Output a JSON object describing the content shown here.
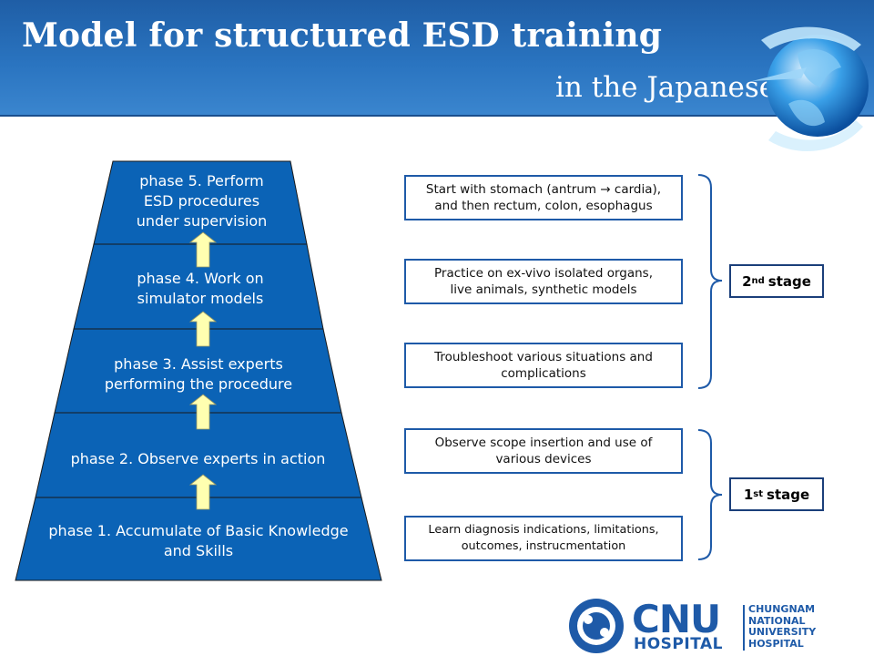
{
  "header": {
    "title": "Model for structured ESD training",
    "subtitle": "in the Japanese"
  },
  "pyramid": {
    "phase5": {
      "line1": "phase 5. Perform",
      "line2": "ESD procedures",
      "line3": "under supervision"
    },
    "phase4": {
      "line1": "phase 4. Work on",
      "line2": "simulator models"
    },
    "phase3": {
      "line1": "phase 3. Assist experts",
      "line2": "performing the procedure"
    },
    "phase2": {
      "line1": "phase 2. Observe experts in action"
    },
    "phase1": {
      "line1": "phase 1. Accumulate of Basic Knowledge",
      "line2": "and Skills"
    }
  },
  "boxes": [
    {
      "line1": "Start with stomach (antrum → cardia),",
      "line2": "and then rectum, colon, esophagus"
    },
    {
      "line1": "Practice on ex-vivo isolated organs,",
      "line2": "live animals, synthetic models"
    },
    {
      "line1": "Troubleshoot various situations and",
      "line2": "complications"
    },
    {
      "line1": "Observe scope insertion and use of",
      "line2": "various devices"
    },
    {
      "line1": "Learn diagnosis indications, limitations,",
      "line2": "outcomes, instrucmentation"
    }
  ],
  "stages": {
    "second": {
      "num": "2",
      "sup": "nd",
      "label": "stage"
    },
    "first": {
      "num": "1",
      "sup": "st",
      "label": "stage"
    }
  },
  "logo": {
    "name": "CNU",
    "hospital": "HOSPITAL",
    "side1": "CHUNGNAM",
    "side2": "NATIONAL",
    "side3": "UNIVERSITY",
    "side4": "HOSPITAL"
  },
  "colors": {
    "header": "#2a74c0",
    "pyramid": "#0b63b6",
    "arrow": "#ffffb0",
    "box_border": "#1e5aa8"
  }
}
